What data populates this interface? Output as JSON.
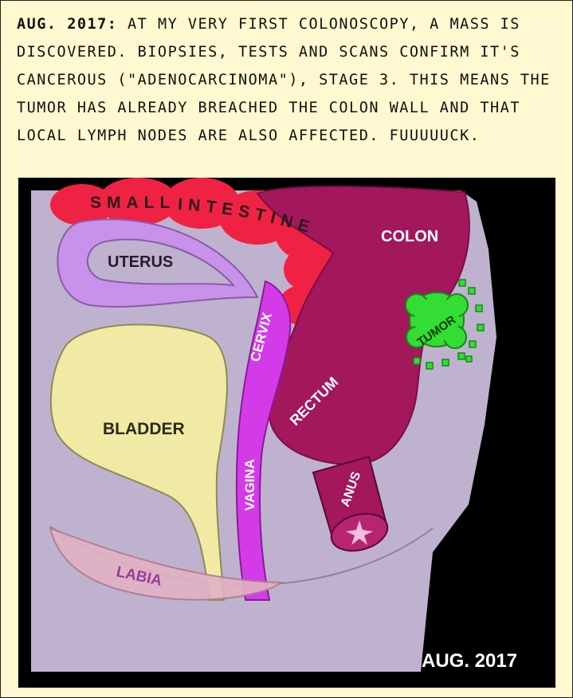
{
  "caption": {
    "lead": "AUG. 2017:",
    "body": " At my very first colonoscopy, a mass is discovered. Biopsies, tests and scans confirm it's cancerous (\"adenocarcinoma\"), stage 3. This means the tumor has already breached the colon wall and that local lymph nodes are also affected. Fuuuuuck."
  },
  "labels": {
    "small": "SMALL",
    "intestine": "INTESTINE",
    "colon": "COLON",
    "uterus": "UTERUS",
    "cervix": "CERVIX",
    "tumor": "TUMOR",
    "rectum": "RECTUM",
    "bladder": "BLADDER",
    "vagina": "VAGINA",
    "anus": "ANUS",
    "labia": "LABIA"
  },
  "date_stamp": "AUG. 2017",
  "colors": {
    "background": "#bfb2cf",
    "colon": "#a3175d",
    "intestine": "#f02243",
    "uterus": "#c891ea",
    "cervix_vagina": "#d43be8",
    "bladder": "#f0eaa4",
    "tumor": "#33dd33",
    "labia": "#e2b2c3"
  }
}
